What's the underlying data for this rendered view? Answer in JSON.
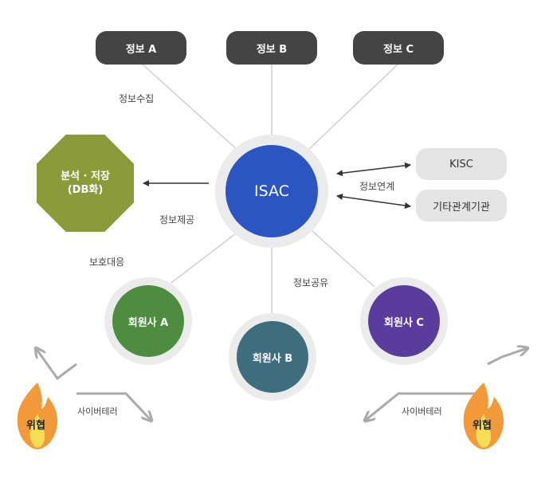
{
  "info_sources": [
    "정보 A",
    "정보 B",
    "정보 C"
  ],
  "center": "ISAC",
  "analysis": {
    "line1": "분석 · 저장",
    "line2": "(DB화)"
  },
  "partners": [
    "KISC",
    "기타관계기관"
  ],
  "members": [
    "회원사 A",
    "회원사 B",
    "회원사 C"
  ],
  "labels": {
    "collect": "정보수집",
    "link": "정보연계",
    "provide": "정보제공",
    "protect": "보호대응",
    "share": "정보공유",
    "terror_left": "사이버테러",
    "terror_right": "사이버테러"
  },
  "threat": {
    "left": "위협",
    "right": "위협"
  },
  "colors": {
    "dark_box": "#444444",
    "isac": "#2c55c4",
    "analysis": "#8c9b3a",
    "member_a": "#4e8c3f",
    "member_b": "#3e6e7e",
    "member_c": "#5a3c9c",
    "ring": "#ebebeb",
    "fire": "#f29a3a"
  }
}
